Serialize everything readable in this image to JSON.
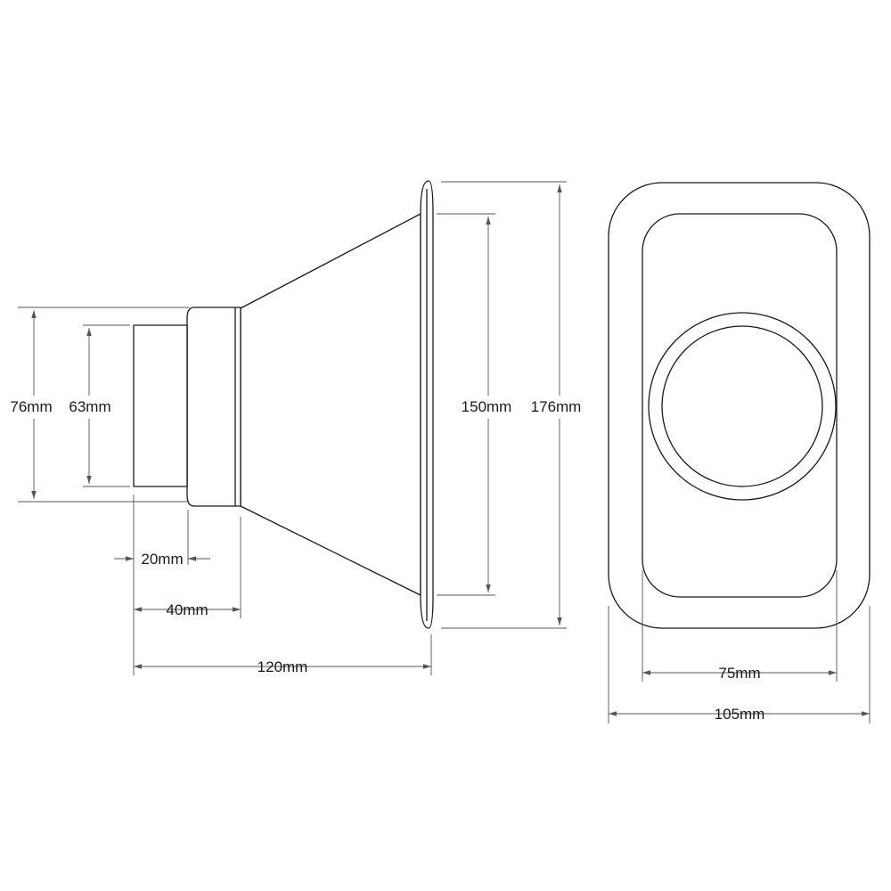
{
  "dimensions": {
    "outlet_outer_diameter": "76mm",
    "outlet_inner_diameter": "63mm",
    "spigot_length": "20mm",
    "collar_length": "40mm",
    "overall_length": "120mm",
    "mouth_inner_height": "150mm",
    "mouth_outer_height": "176mm",
    "front_inner_width": "75mm",
    "front_outer_width": "105mm"
  },
  "colors": {
    "outline": "#1a1a1a",
    "dimension_line": "#555555",
    "background": "#ffffff"
  }
}
